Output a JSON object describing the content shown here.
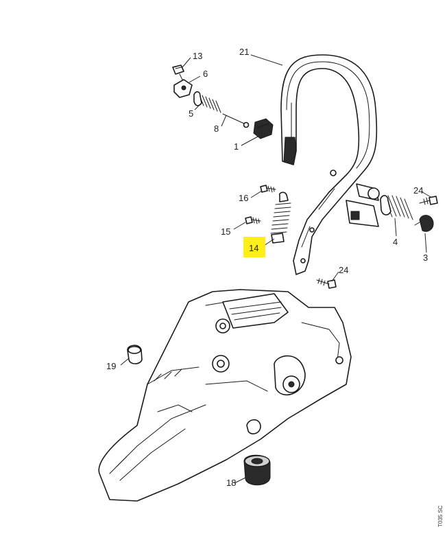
{
  "labels": {
    "p21": "21",
    "p13": "13",
    "p6": "6",
    "p5": "5",
    "p8": "8",
    "p1": "1",
    "p24a": "24",
    "p16": "16",
    "p15": "15",
    "p14": "14",
    "p4": "4",
    "p3": "3",
    "p24b": "24",
    "p19": "19",
    "p18": "18"
  },
  "highlight_color": "#ffee1a",
  "diagram_code": "T035 SC"
}
